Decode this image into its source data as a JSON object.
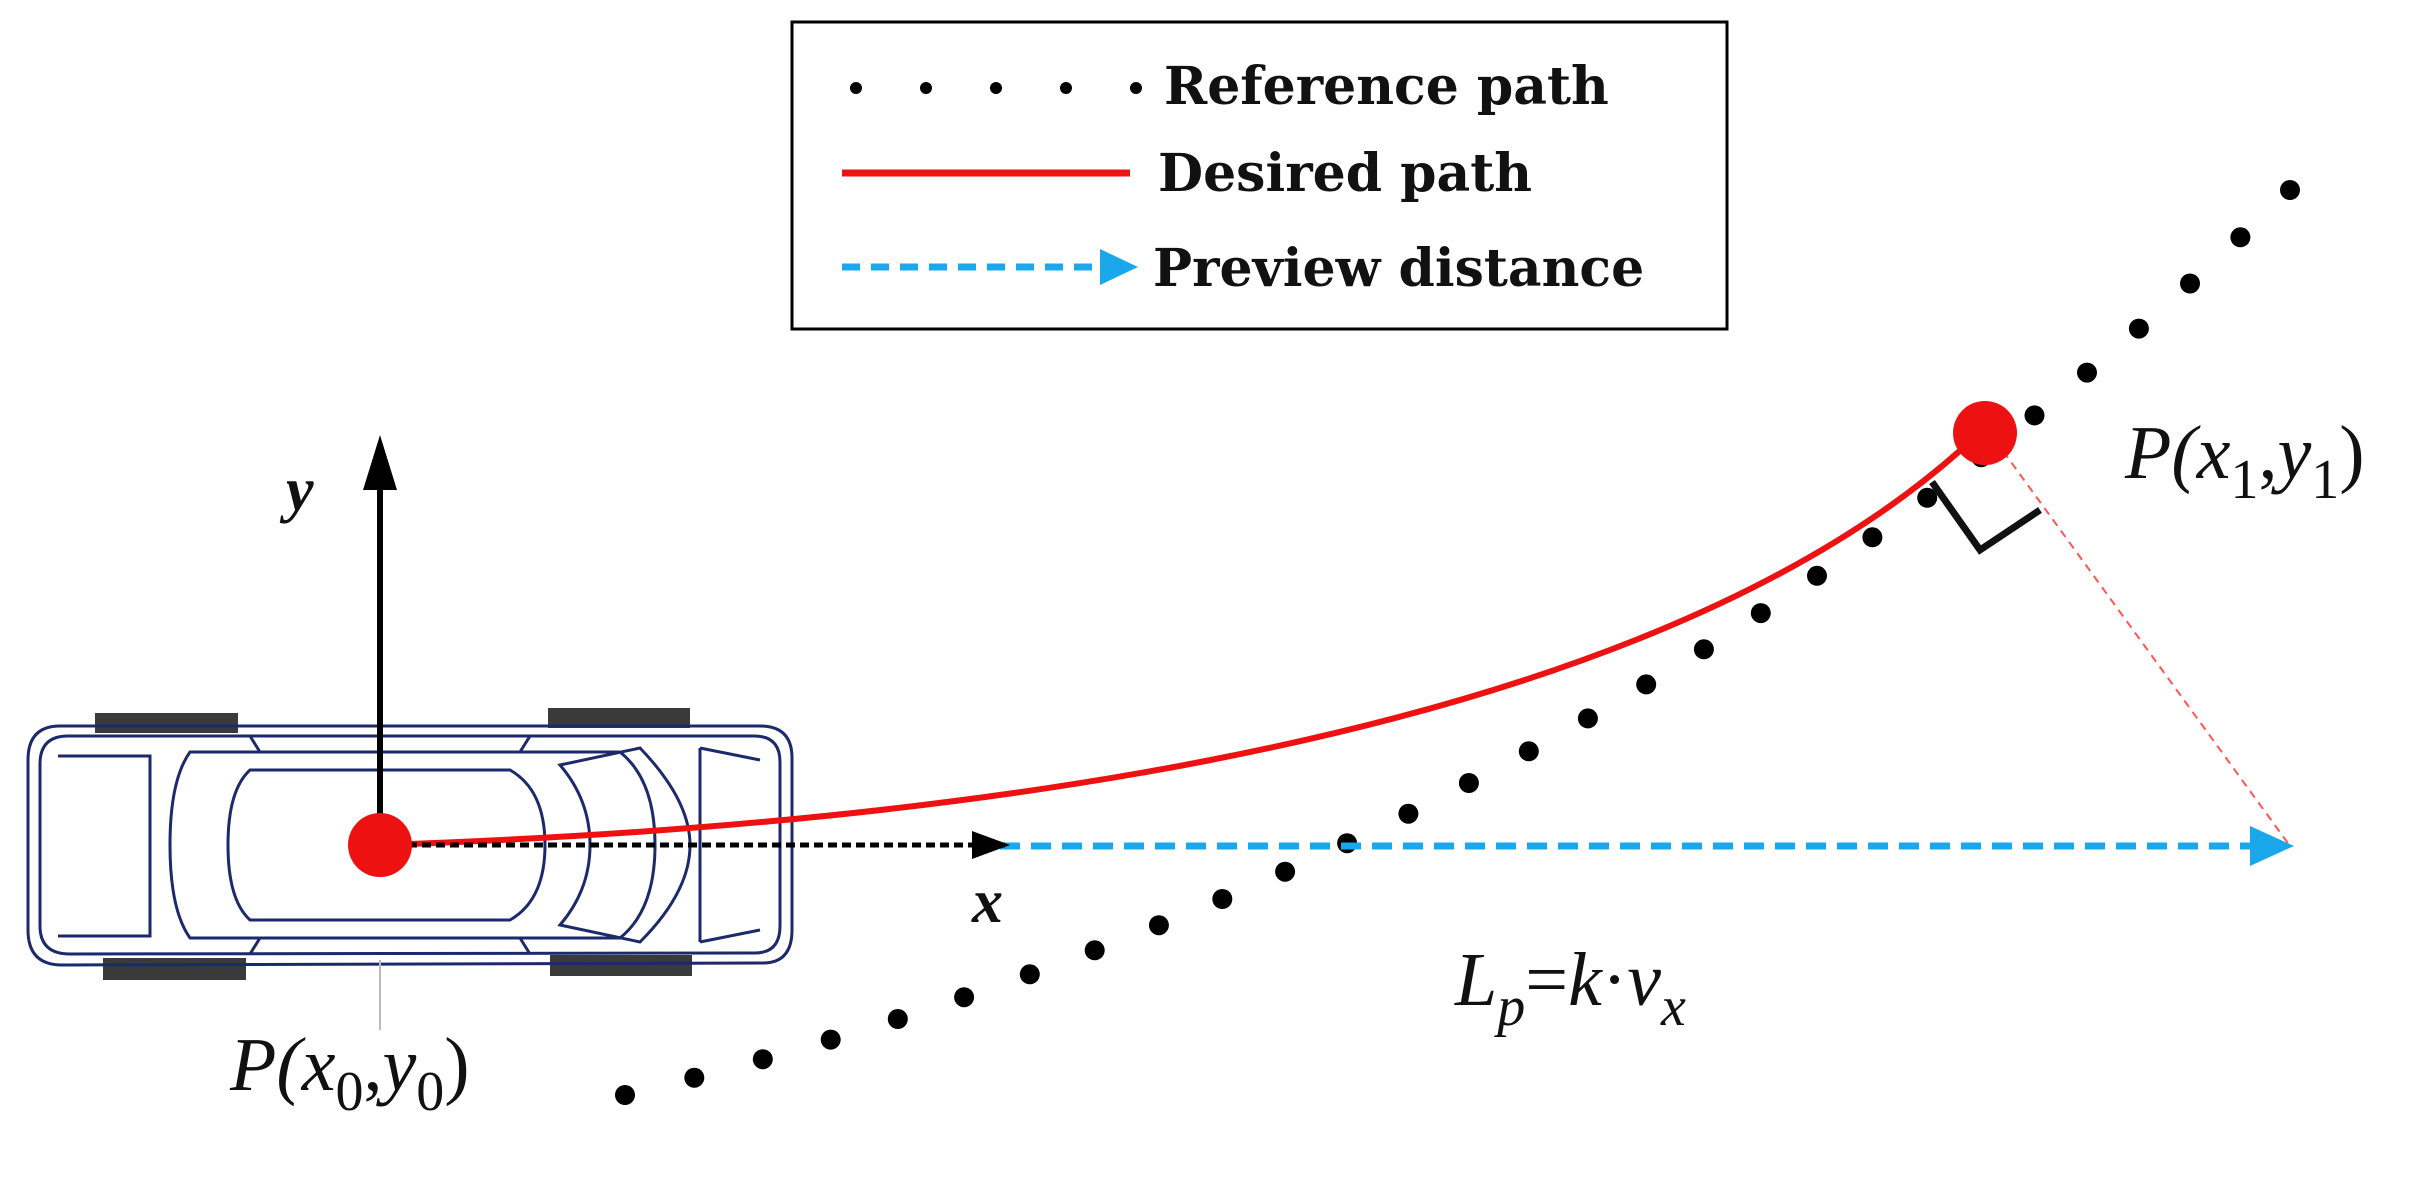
{
  "legend": {
    "reference_label": "Reference path",
    "desired_label": "Desired path",
    "preview_label": "Preview distance"
  },
  "axes": {
    "x_label": "x",
    "y_label": "y"
  },
  "points": {
    "start": {
      "p": "P(",
      "x": "x",
      "x_sub": "0",
      "comma": ",",
      "y": "y",
      "y_sub": "0",
      "close": ")"
    },
    "target": {
      "p": "P(",
      "x": "x",
      "x_sub": "1",
      "comma": ",",
      "y": "y",
      "y_sub": "1",
      "close": ")"
    }
  },
  "preview_formula": {
    "L": "L",
    "L_sub": "p",
    "eq": "=",
    "k": "k",
    "dot": "·",
    "v": "v",
    "v_sub": "x"
  },
  "colors": {
    "reference": "#000000",
    "desired": "#ee1111",
    "preview": "#1aa7ec",
    "point": "#ee1111",
    "car_outline": "#1c2a6b",
    "tire": "#3a3a3a",
    "axis": "#000000"
  }
}
